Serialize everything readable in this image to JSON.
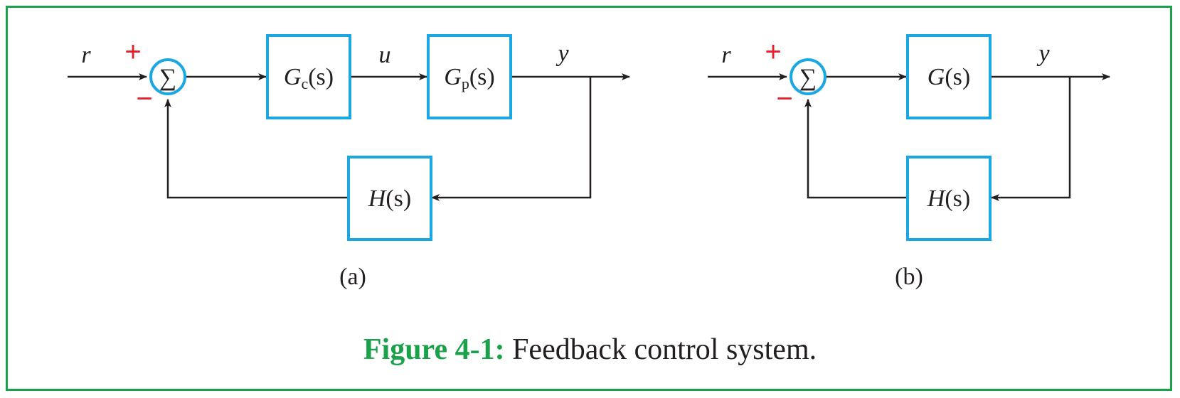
{
  "diagrams": [
    {
      "id": "a",
      "input_label": "r",
      "plus_sign": "+",
      "minus_sign": "−",
      "sum_symbol": "∑",
      "blocks": [
        {
          "main": "G",
          "sub": "c",
          "arg": "(s)"
        },
        {
          "main": "G",
          "sub": "p",
          "arg": "(s)"
        }
      ],
      "mid_signal": "u",
      "output_label": "y",
      "feedback_block": {
        "main": "H",
        "arg": "(s)"
      },
      "panel_label": "(a)"
    },
    {
      "id": "b",
      "input_label": "r",
      "plus_sign": "+",
      "minus_sign": "−",
      "sum_symbol": "∑",
      "blocks": [
        {
          "main": "G",
          "arg": "(s)"
        }
      ],
      "output_label": "y",
      "feedback_block": {
        "main": "H",
        "arg": "(s)"
      },
      "panel_label": "(b)"
    }
  ],
  "caption": {
    "label": "Figure 4-1:",
    "text": "Feedback control system."
  },
  "colors": {
    "frame": "#1aa14a",
    "block_border": "#1ba7e2",
    "sign": "#e3202b",
    "line": "#231f20",
    "caption_label": "#1aa14a"
  }
}
